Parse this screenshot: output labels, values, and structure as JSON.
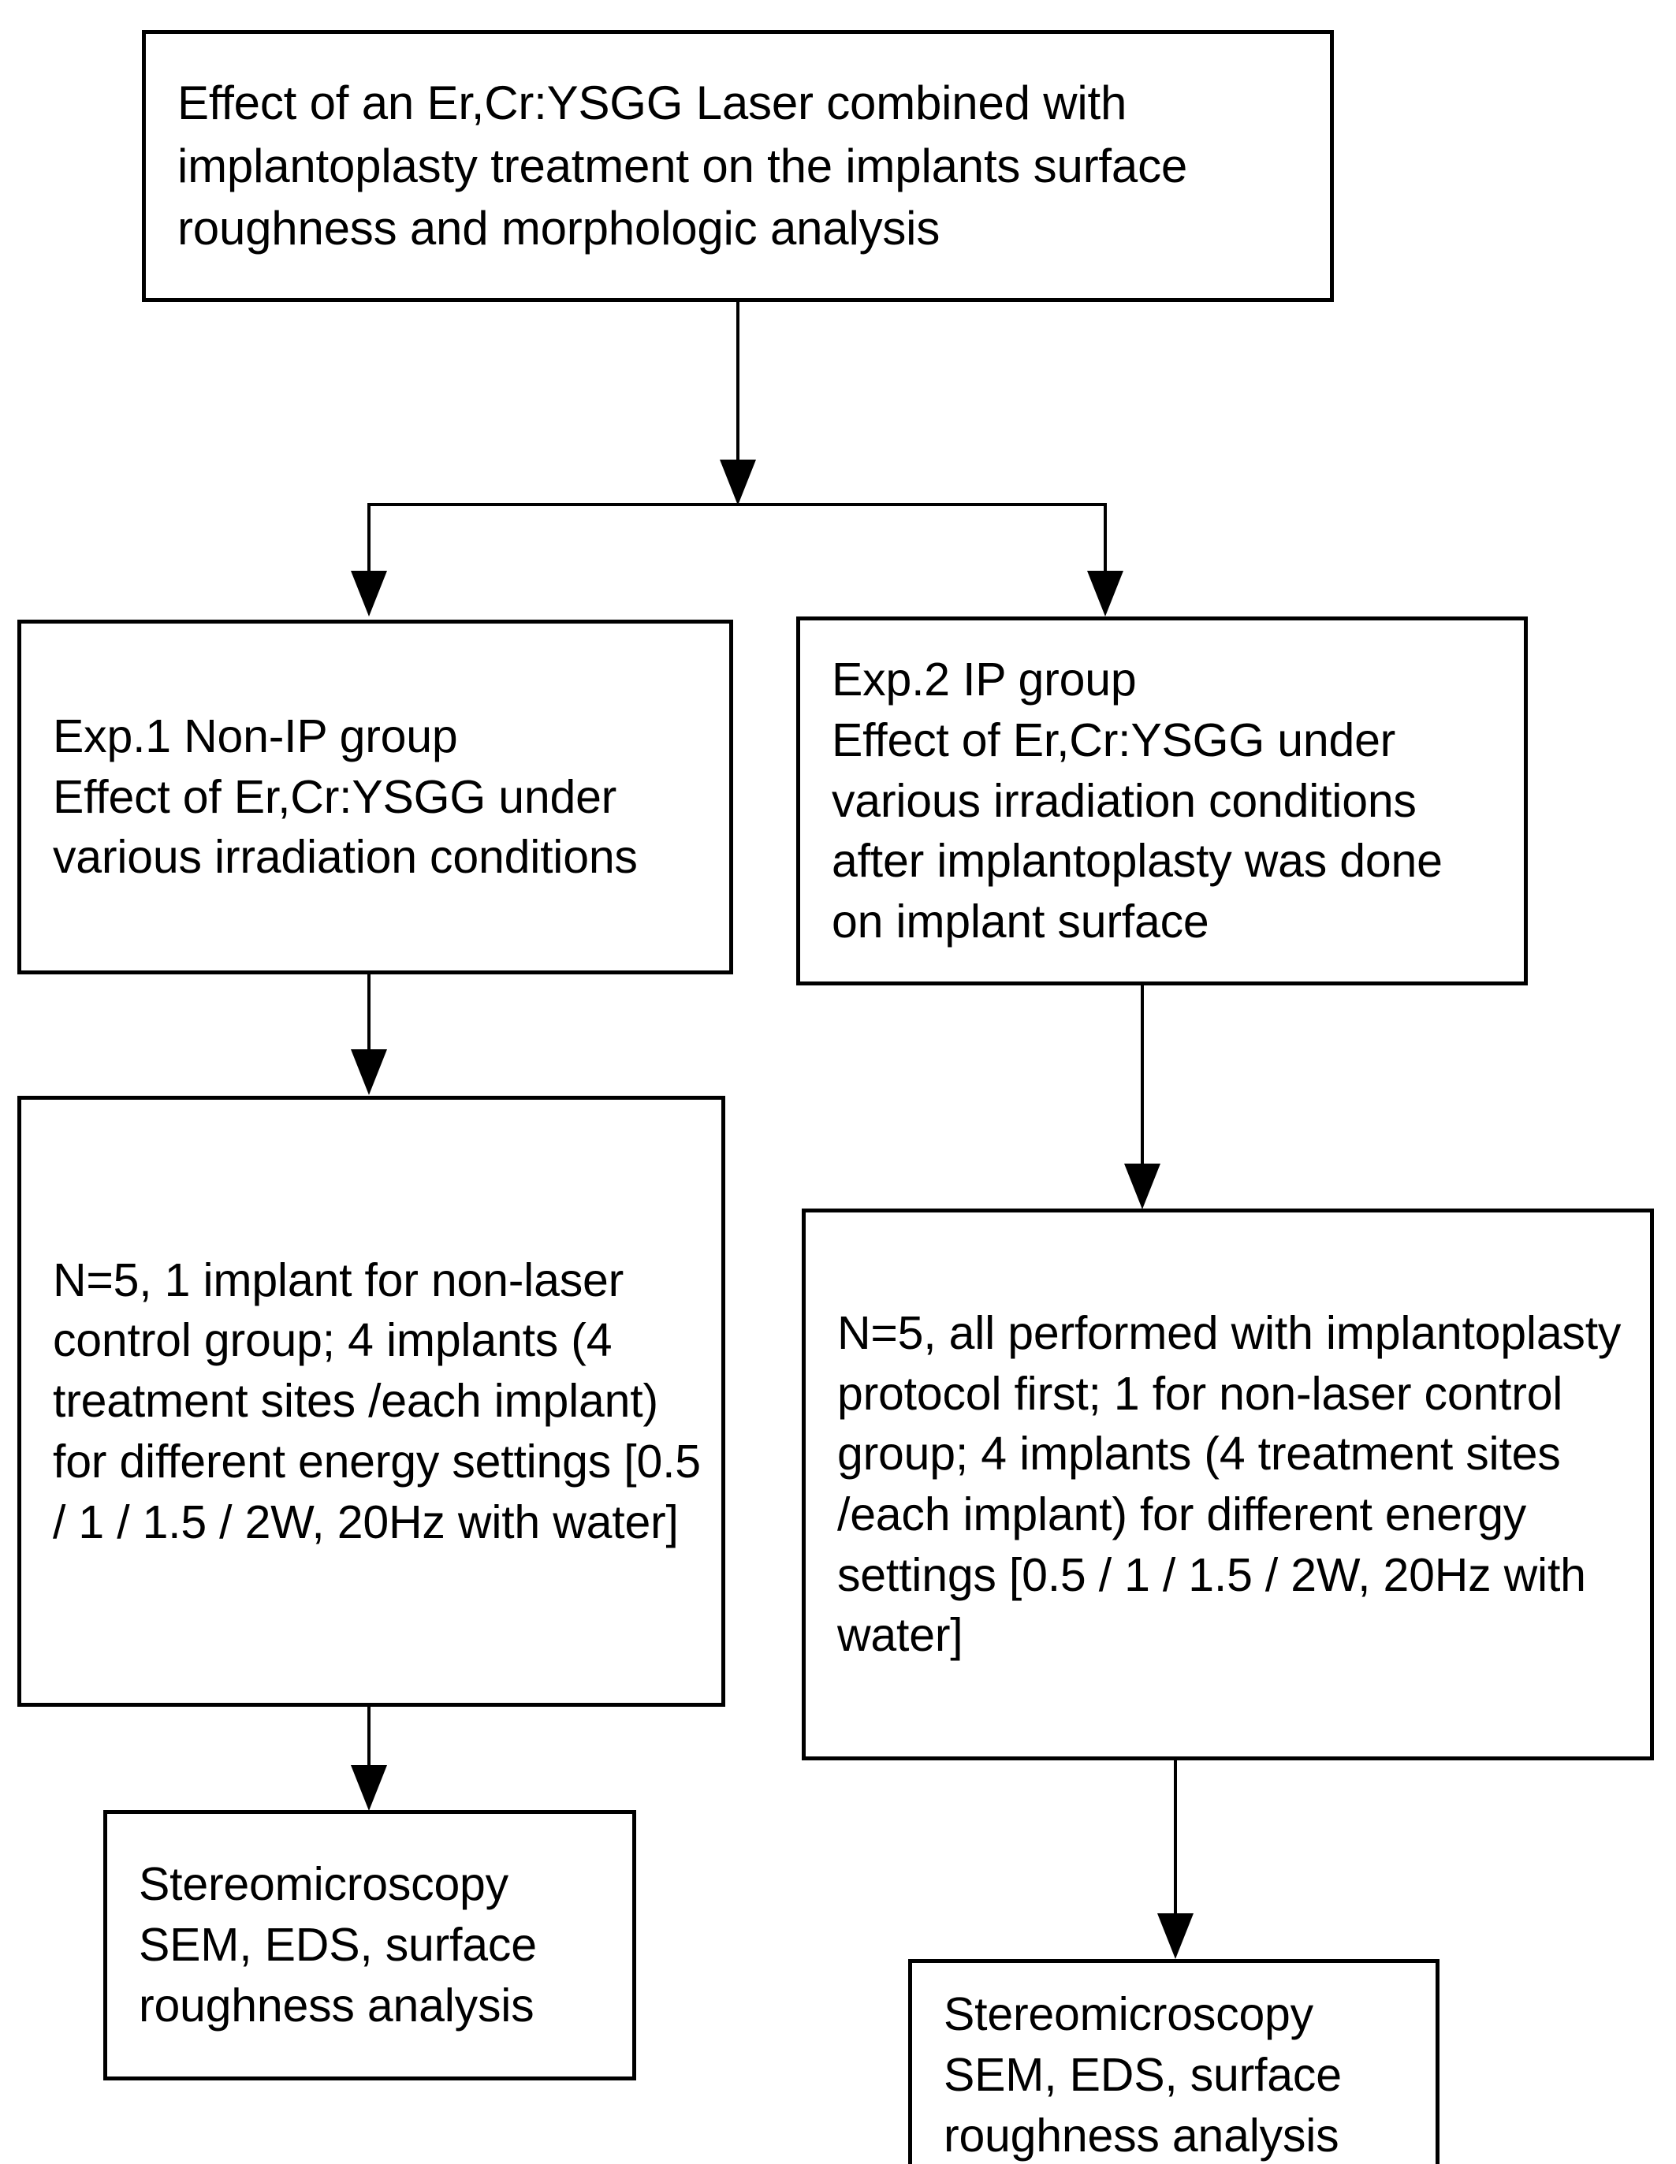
{
  "diagram": {
    "title_box": {
      "text": "Effect of an Er,Cr:YSGG Laser combined with implantoplasty treatment on the implants surface roughness and morphologic analysis"
    },
    "branches": {
      "left": {
        "group_box": {
          "text": "Exp.1 Non-IP group\nEffect of Er,Cr:YSGG under various irradiation conditions"
        },
        "sample_box": {
          "text": "N=5, 1 implant for non-laser control group; 4 implants (4 treatment sites /each implant) for different energy settings [0.5 / 1 / 1.5 / 2W, 20Hz with water]"
        },
        "output_box": {
          "text": "Stereomicroscopy SEM, EDS, surface roughness analysis"
        }
      },
      "right": {
        "group_box": {
          "text": "Exp.2 IP group\nEffect of Er,Cr:YSGG under various irradiation conditions after implantoplasty was done on implant surface"
        },
        "sample_box": {
          "text": "N=5, all performed with implantoplasty protocol first; 1 for non-laser control group; 4 implants (4 treatment sites /each implant) for different energy settings [0.5 / 1 / 1.5 / 2W, 20Hz with water]"
        },
        "output_box": {
          "text": "Stereomicroscopy SEM, EDS, surface roughness analysis"
        }
      }
    },
    "style": {
      "stroke_color": "#000000",
      "background_color": "#ffffff",
      "text_color": "#000000"
    }
  }
}
